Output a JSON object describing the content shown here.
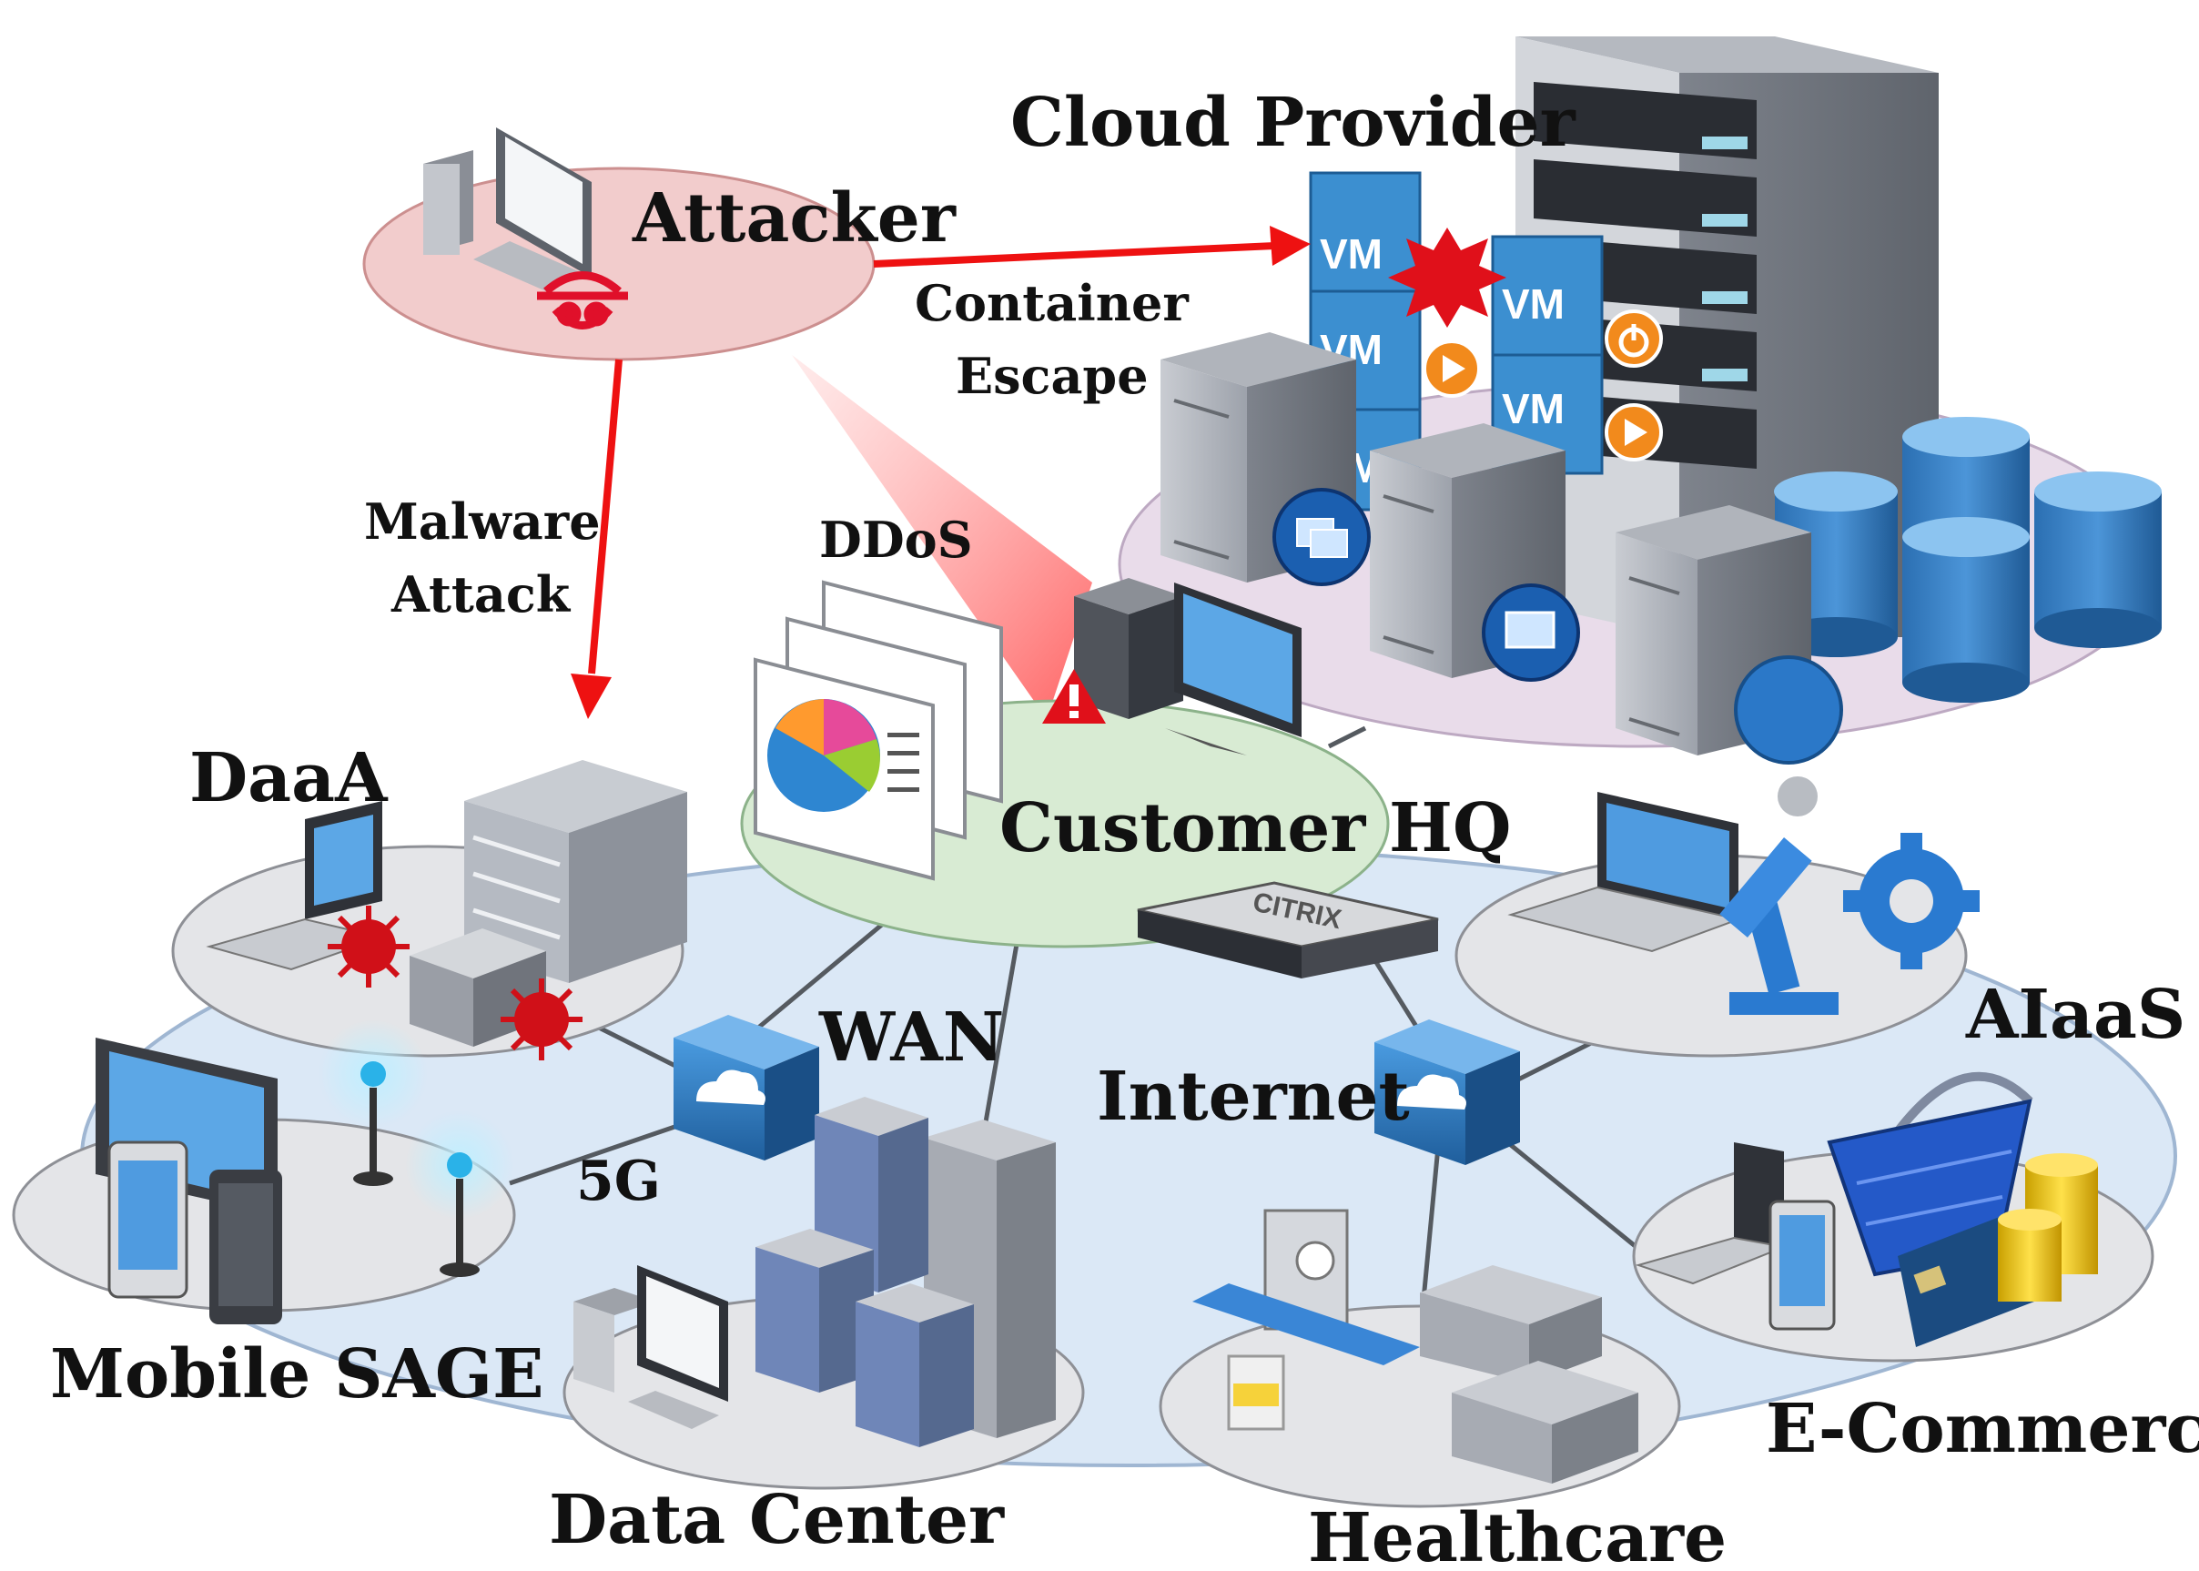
{
  "labels": {
    "attacker": "Attacker",
    "cloud_provider": "Cloud Provider",
    "container_escape_1": "Container",
    "container_escape_2": "Escape",
    "malware_1": "Malware",
    "malware_2": "Attack",
    "ddos": "DDoS",
    "customer_hq": "Customer HQ",
    "daaa": "DaaA",
    "wan": "WAN",
    "internet": "Internet",
    "aiaas": "AIaaS",
    "five_g": "5G",
    "mobile_sage": "Mobile SAGE",
    "data_center": "Data Center",
    "healthcare": "Healthcare",
    "ecommerce": "E-Commerce"
  },
  "vm_labels": [
    "VM",
    "VM",
    "VM",
    "VM",
    "VM"
  ],
  "device_text": {
    "citrix": "CITRIX"
  },
  "colors": {
    "attack_arrow": "#ee1111",
    "attacker_zone": "#f2cccc",
    "hq_zone": "#d8ebd3",
    "cloud_zone": "#e9dcea",
    "network_plane": "#dbe8f6",
    "cloud_cube": "#2f7fc2",
    "vm_block": "#3c8fd0"
  },
  "icons": [
    "desktop-computer-icon",
    "hacker-icon",
    "server-rack-icon",
    "vm-icon",
    "database-icon",
    "pie-chart-report-icon",
    "warning-icon",
    "cloud-cube-icon",
    "wifi-tower-icon",
    "tablet-icon",
    "smartphone-icon",
    "laptop-icon",
    "robot-arm-icon",
    "gear-icon",
    "shopping-basket-icon",
    "credit-card-icon",
    "coins-icon",
    "house-icon",
    "hospital-bed-icon",
    "malware-virus-icon"
  ]
}
